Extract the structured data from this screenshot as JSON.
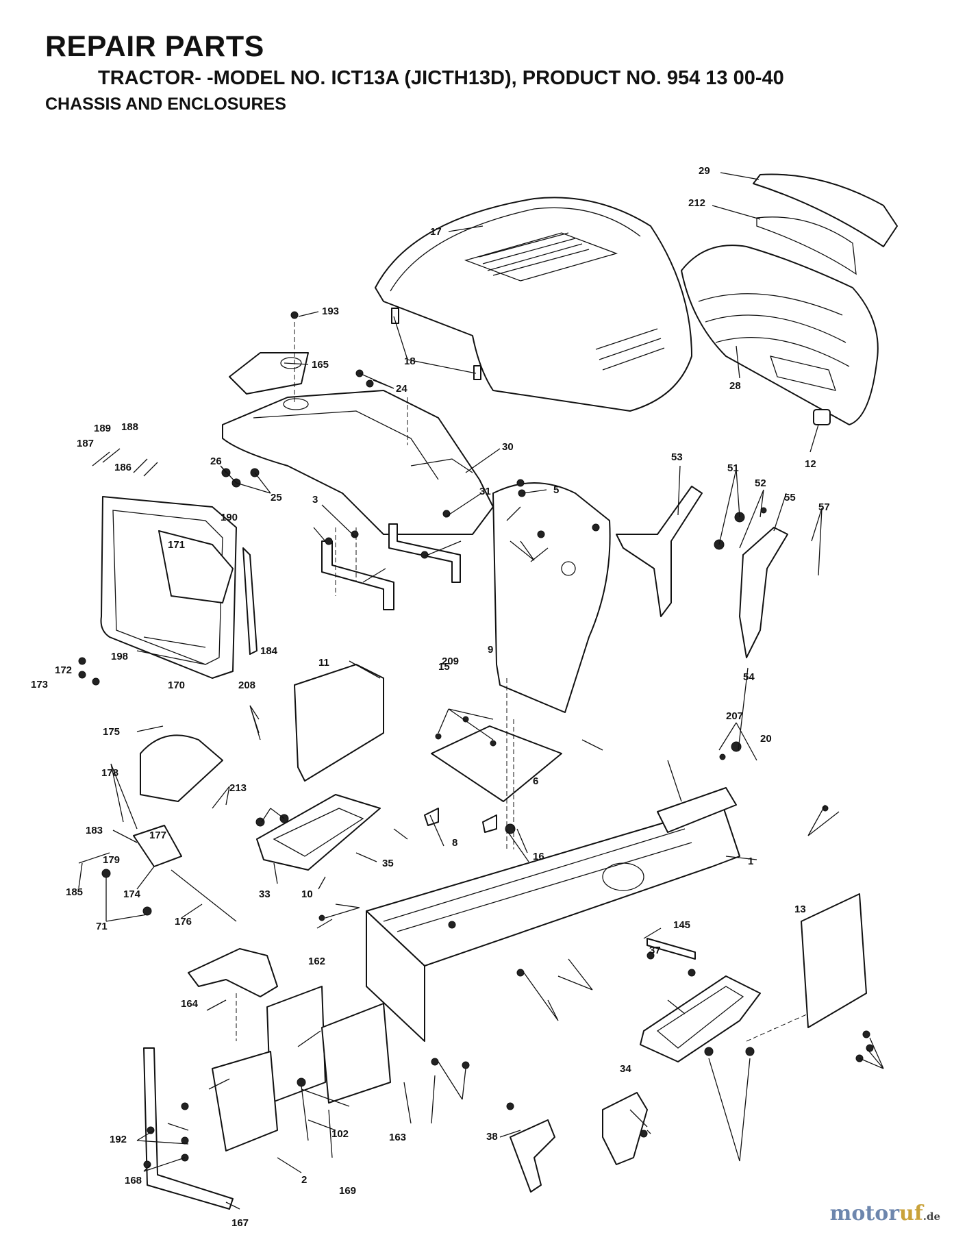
{
  "header": {
    "title": "REPAIR PARTS",
    "subtitle": "TRACTOR- -MODEL NO. ICT13A (JICTH13D), PRODUCT NO. 954 13 00-40",
    "section": "CHASSIS AND ENCLOSURES"
  },
  "labels": [
    "29",
    "212",
    "17",
    "18",
    "28",
    "12",
    "193",
    "165",
    "24",
    "30",
    "26",
    "25",
    "3",
    "31",
    "5",
    "9",
    "15",
    "209",
    "53",
    "51",
    "52",
    "55",
    "57",
    "54",
    "189",
    "188",
    "187",
    "186",
    "190",
    "171",
    "198",
    "172",
    "173",
    "170",
    "184",
    "11",
    "208",
    "6",
    "8",
    "16",
    "207",
    "20",
    "1",
    "175",
    "178",
    "213",
    "183",
    "179",
    "177",
    "185",
    "174",
    "71",
    "176",
    "33",
    "10",
    "35",
    "13",
    "145",
    "37",
    "162",
    "164",
    "163",
    "34",
    "102",
    "169",
    "192",
    "168",
    "167",
    "2",
    "38"
  ],
  "watermark": {
    "brand_a": "motor",
    "brand_b": "uf",
    "tld": ".de"
  }
}
